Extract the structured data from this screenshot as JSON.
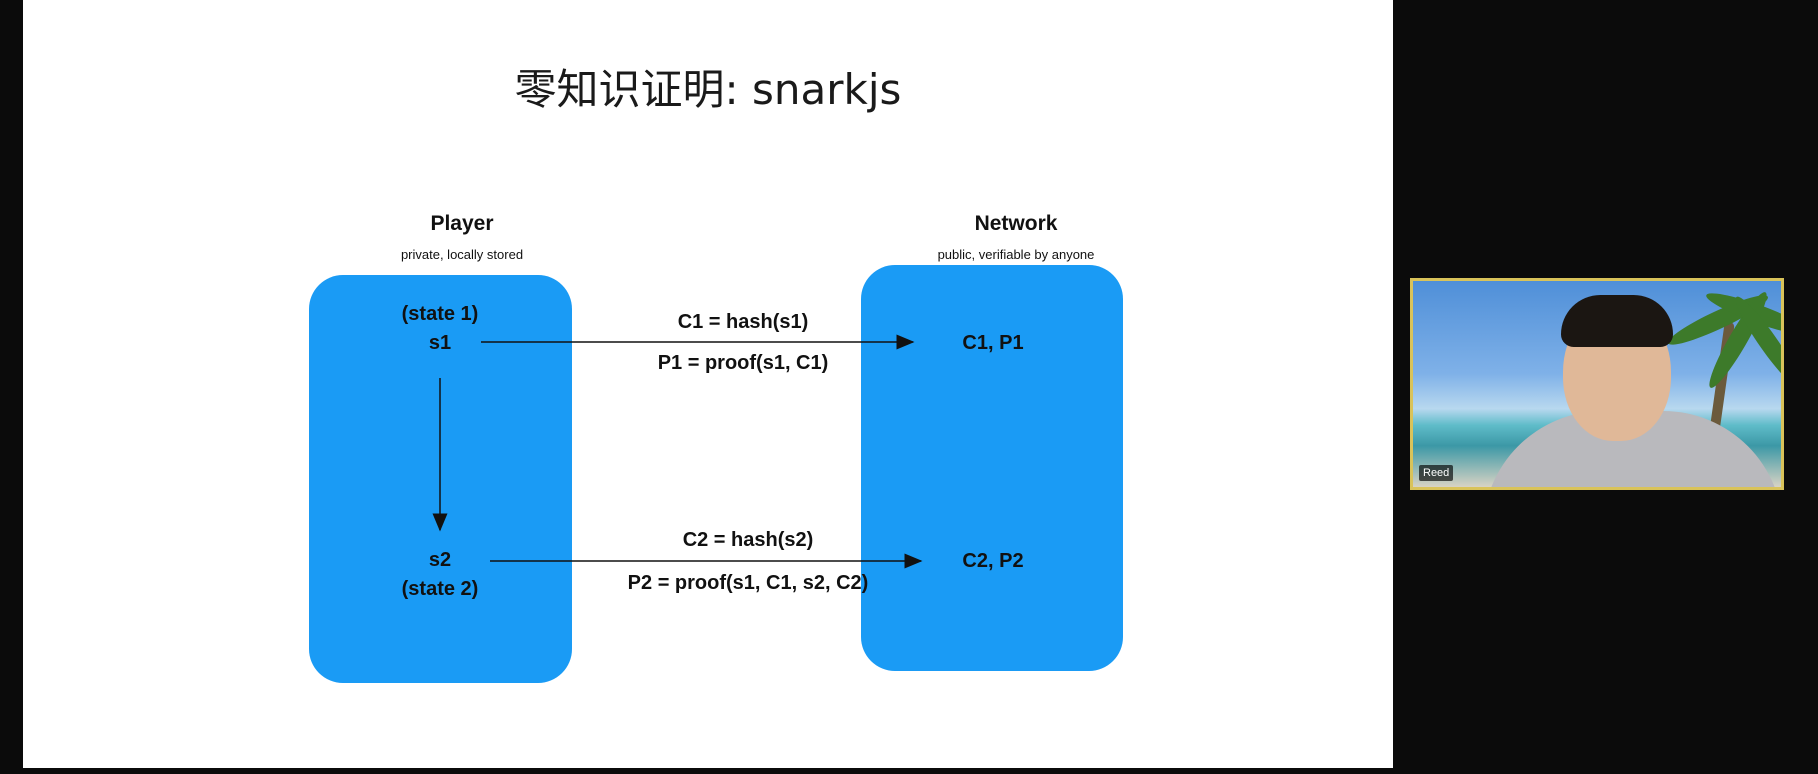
{
  "slide": {
    "title": "零知识证明: snarkjs",
    "player": {
      "label": "Player",
      "sublabel": "private, locally stored",
      "state1_label": "(state 1)",
      "s1": "s1",
      "s2": "s2",
      "state2_label": "(state 2)"
    },
    "network": {
      "label": "Network",
      "sublabel": "public, verifiable by anyone",
      "cp1": "C1, P1",
      "cp2": "C2, P2"
    },
    "arrow1": {
      "top_label": "C1 = hash(s1)",
      "bottom_label": "P1 = proof(s1, C1)"
    },
    "arrow2": {
      "top_label": "C2 = hash(s2)",
      "bottom_label": "P2 = proof(s1, C1, s2, C2)"
    },
    "colors": {
      "box_fill": "#1a9bf5",
      "slide_background": "#ffffff",
      "tile_border": "#d9c35a"
    }
  },
  "video_tile": {
    "participant_name": "Reed"
  }
}
